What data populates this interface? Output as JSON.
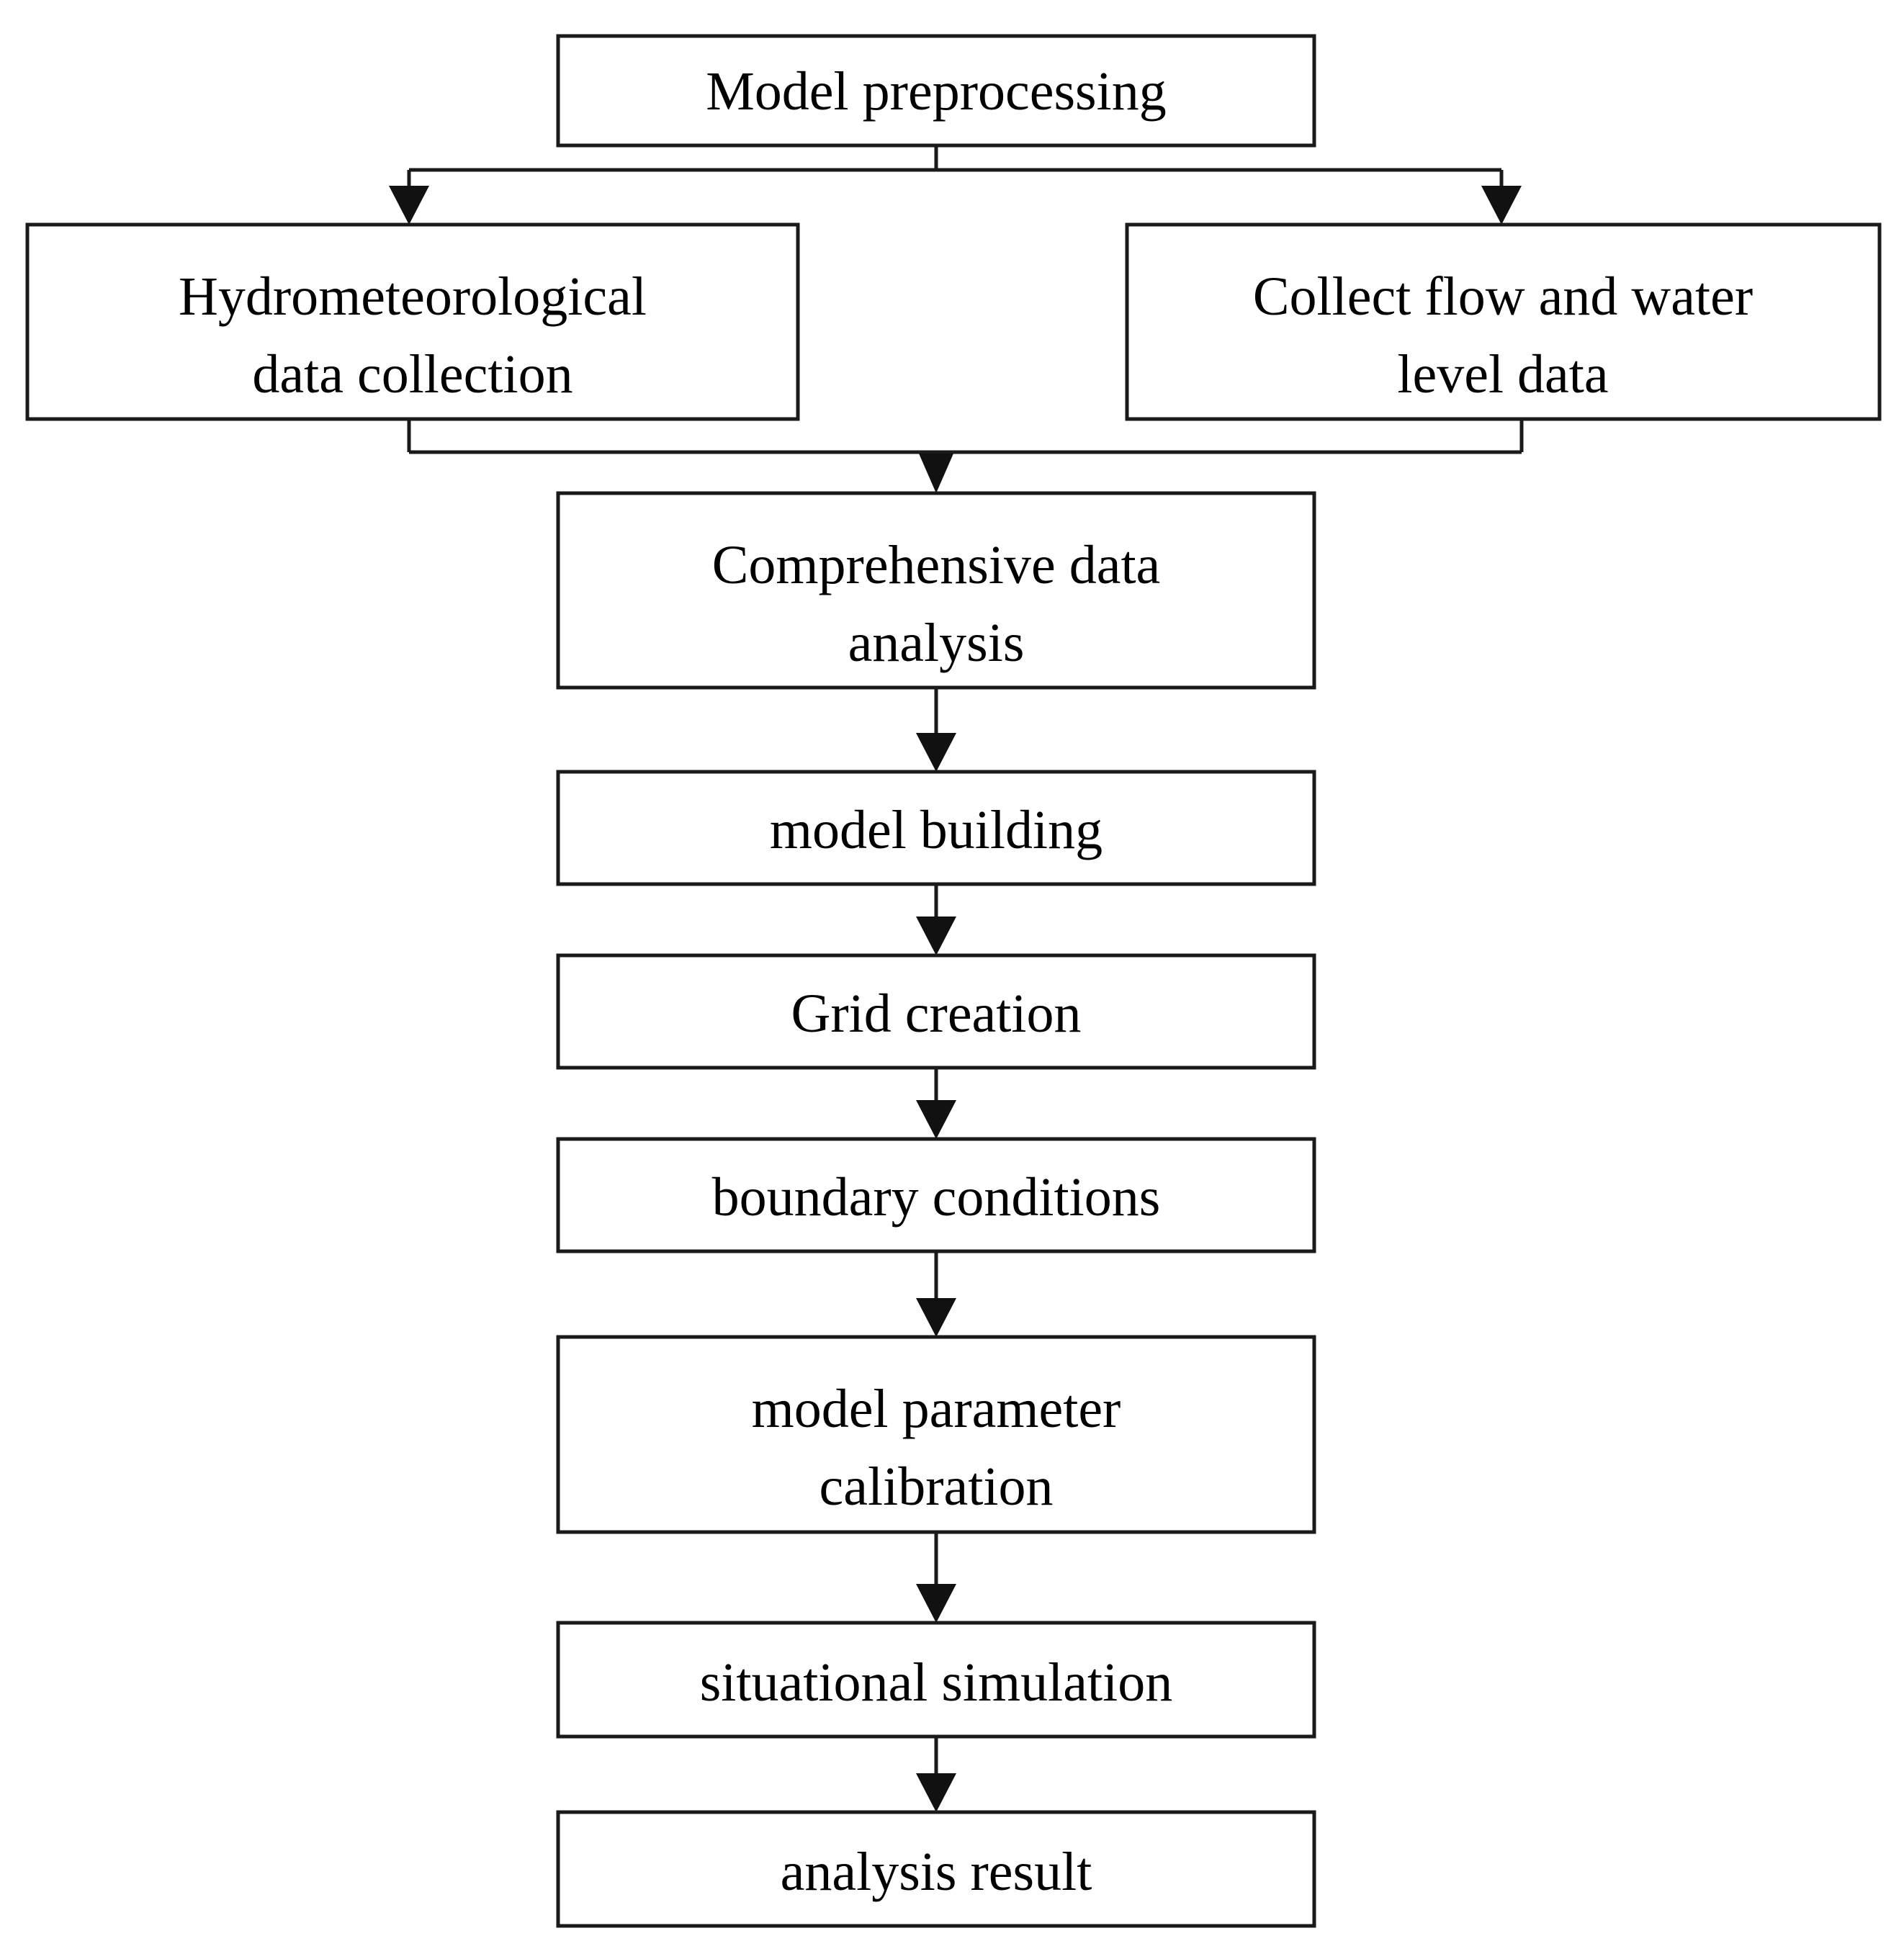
{
  "diagram": {
    "title": "Model preprocessing flowchart",
    "type": "flowchart",
    "orientation": "top-to-bottom",
    "background_color": "#ffffff",
    "line_color": "#1a1a1a",
    "text_color": "#000000",
    "nodes": [
      {
        "id": "model-preprocessing",
        "label": "Model preprocessing",
        "lines": [
          "Model preprocessing"
        ],
        "shape": "rectangle"
      },
      {
        "id": "hydrometeorological-data-collection",
        "label": "Hydrometeorological data collection",
        "lines": [
          "Hydrometeorological",
          "data collection"
        ],
        "shape": "rectangle"
      },
      {
        "id": "collect-flow-and-water-level-data",
        "label": "Collect flow and water level data",
        "lines": [
          "Collect flow and water",
          "level data"
        ],
        "shape": "rectangle"
      },
      {
        "id": "comprehensive-data-analysis",
        "label": "Comprehensive data analysis",
        "lines": [
          "Comprehensive data",
          "analysis"
        ],
        "shape": "rectangle"
      },
      {
        "id": "model-building",
        "label": "model building",
        "lines": [
          "model building"
        ],
        "shape": "rectangle"
      },
      {
        "id": "grid-creation",
        "label": "Grid creation",
        "lines": [
          "Grid creation"
        ],
        "shape": "rectangle"
      },
      {
        "id": "boundary-conditions",
        "label": "boundary conditions",
        "lines": [
          "boundary conditions"
        ],
        "shape": "rectangle"
      },
      {
        "id": "model-parameter-calibration",
        "label": "model parameter calibration",
        "lines": [
          "model parameter",
          "calibration"
        ],
        "shape": "rectangle"
      },
      {
        "id": "situational-simulation",
        "label": "situational simulation",
        "lines": [
          "situational simulation"
        ],
        "shape": "rectangle"
      },
      {
        "id": "analysis-result",
        "label": "analysis result",
        "lines": [
          "analysis result"
        ],
        "shape": "rectangle"
      }
    ],
    "edges": [
      {
        "from": "model-preprocessing",
        "to": "hydrometeorological-data-collection",
        "style": "elbow-split-left",
        "arrow": true
      },
      {
        "from": "model-preprocessing",
        "to": "collect-flow-and-water-level-data",
        "style": "elbow-split-right",
        "arrow": true
      },
      {
        "from": "hydrometeorological-data-collection",
        "to": "comprehensive-data-analysis",
        "style": "elbow-merge-left",
        "arrow": true
      },
      {
        "from": "collect-flow-and-water-level-data",
        "to": "comprehensive-data-analysis",
        "style": "elbow-merge-right",
        "arrow": true
      },
      {
        "from": "comprehensive-data-analysis",
        "to": "model-building",
        "style": "straight",
        "arrow": true
      },
      {
        "from": "model-building",
        "to": "grid-creation",
        "style": "straight",
        "arrow": true
      },
      {
        "from": "grid-creation",
        "to": "boundary-conditions",
        "style": "straight",
        "arrow": true
      },
      {
        "from": "boundary-conditions",
        "to": "model-parameter-calibration",
        "style": "straight",
        "arrow": true
      },
      {
        "from": "model-parameter-calibration",
        "to": "situational-simulation",
        "style": "straight",
        "arrow": true
      },
      {
        "from": "situational-simulation",
        "to": "analysis-result",
        "style": "straight",
        "arrow": true
      }
    ]
  }
}
